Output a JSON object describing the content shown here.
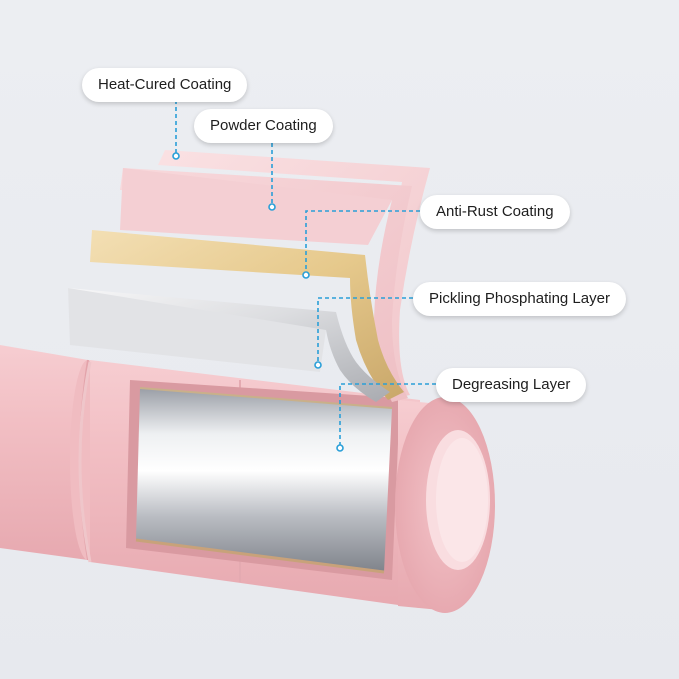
{
  "labels": {
    "heat_cured": "Heat-Cured Coating",
    "powder": "Powder Coating",
    "anti_rust": "Anti-Rust Coating",
    "pickling": "Pickling Phosphating Layer",
    "degreasing": "Degreasing Layer"
  },
  "colors": {
    "leader_line": "#2a9fd8",
    "heat_cured_layer": "#f6d3d6",
    "powder_layer": "#f3c9cd",
    "anti_rust_layer": "#e9d09b",
    "pickling_layer": "#d8dadd",
    "tube": "#f0b9bf"
  }
}
